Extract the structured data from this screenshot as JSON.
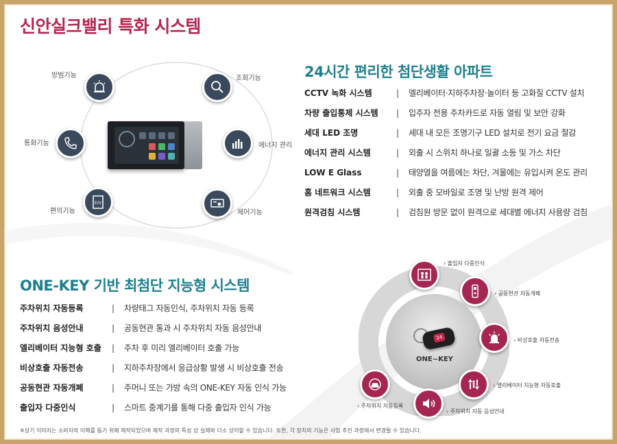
{
  "title_main": "신안실크밸리 특화 시스템",
  "section_apartment": {
    "title": "24시간 편리한 첨단생활 아파트",
    "items": [
      {
        "name": "CCTV 녹화 시스템",
        "desc": "엘리베이터·지하주차장·놀이터 등 고화질 CCTV 설치"
      },
      {
        "name": "차량 출입통제 시스템",
        "desc": "입주자 전용 주차카드로 자동 열림 및 보안 강화"
      },
      {
        "name": "세대 LED 조명",
        "desc": "세대 내 모든 조명기구 LED 설치로 전기 요금 절감"
      },
      {
        "name": "에너지 관리 시스템",
        "desc": "외출 시 스위치 하나로 일괄 소등 및 가스 차단"
      },
      {
        "name": "LOW E Glass",
        "desc": "태양열을 여름에는 차단, 겨울에는 유입시켜 온도 관리"
      },
      {
        "name": "홈 네트워크 시스템",
        "desc": "외출 중 모바일로 조명 및 난방 원격 제어"
      },
      {
        "name": "원격검침 시스템",
        "desc": "검침원 방문 없이 원격으로 세대별 에너지 사용량 검침"
      }
    ]
  },
  "section_onekey": {
    "title": "ONE-KEY 기반 최첨단 지능형 시스템",
    "items": [
      {
        "name": "주차위치 자동등록",
        "desc": "차량태그 자동인식, 주차위치 자동 등록"
      },
      {
        "name": "주차위치 음성안내",
        "desc": "공동현관 통과 시 주차위치 자동 음성안내"
      },
      {
        "name": "엘리베이터 지능형 호출",
        "desc": "주차 후 미리 엘리베이터 호출 가능"
      },
      {
        "name": "비상호출 자동전송",
        "desc": "지하주차장에서 응급상황 발생 시 비상호출 전송"
      },
      {
        "name": "공동현관 자동개폐",
        "desc": "주머니 또는 가방 속의 ONE-KEY 자동 인식 가능"
      },
      {
        "name": "출입자 다중인식",
        "desc": "스마트 중계기를 통해 다중 출입자 인식 가능"
      }
    ]
  },
  "separator": "|",
  "wallpad_ring": {
    "labels": {
      "security": "방범기능",
      "inquiry": "조회기능",
      "call": "통화기능",
      "energy": "에너지 관리",
      "convenience": "편의기능",
      "control": "제어기능"
    },
    "ev_text": "E/V"
  },
  "onekey_ring": {
    "center": "ONE~KEY",
    "fob_text": "24",
    "labels": {
      "multi_entry": "출입자 다중인식",
      "door": "공동현관 자동개폐",
      "emergency": "비상호출 자동전송",
      "elevator": "엘리베이터 지능형 자동호출",
      "voice": "주차위치 자동 음성안내",
      "parking": "주차위치 자동등록"
    }
  },
  "footnote": "※상기 이미지는 소비자의 이해를 돕기 위해 제작되었으며 제작 과정의 특성 상 실제와 다소 상이할 수 있습니다. 또한, 각 장치의 기능은 사업 추진 과정에서 변경될 수 있습니다.",
  "colors": {
    "title_pink": "#b3264f",
    "title_teal": "#1d7f8e",
    "icon_navy": "#3a4a5c",
    "icon_pink": "#a52652",
    "frame_gold": "#c9a46a"
  }
}
